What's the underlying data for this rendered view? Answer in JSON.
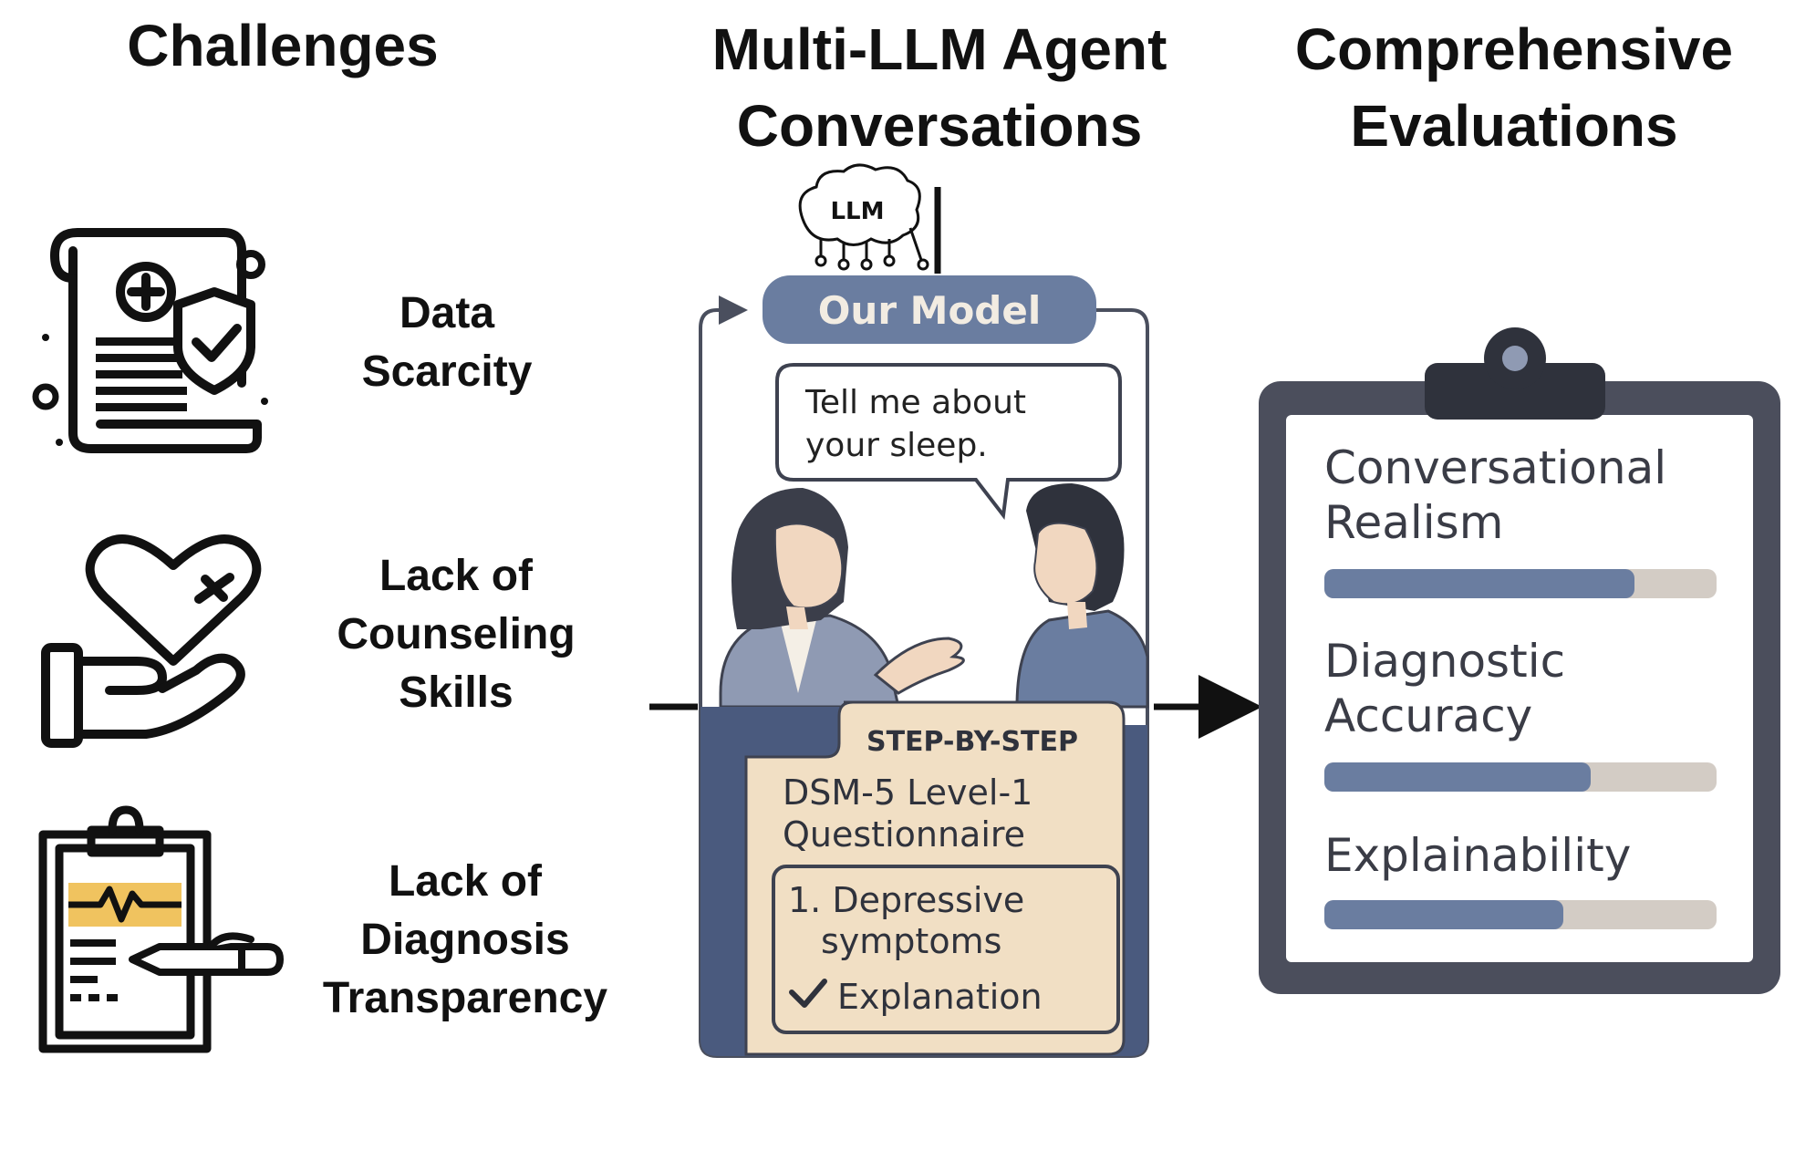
{
  "headers": {
    "challenges": "Challenges",
    "conversations_line1": "Multi-LLM Agent",
    "conversations_line2": "Conversations",
    "evaluations_line1": "Comprehensive",
    "evaluations_line2": "Evaluations"
  },
  "challenges": [
    {
      "line1": "Data",
      "line2": "Scarcity",
      "line3": ""
    },
    {
      "line1": "Lack of",
      "line2": "Counseling",
      "line3": "Skills"
    },
    {
      "line1": "Lack of",
      "line2": "Diagnosis",
      "line3": "Transparency"
    }
  ],
  "center": {
    "llm_label": "LLM",
    "model_label": "Our Model",
    "speech_line1": "Tell me about",
    "speech_line2": "your sleep.",
    "step_label": "STEP-BY-STEP",
    "questionnaire_line1": "DSM-5 Level-1",
    "questionnaire_line2": "Questionnaire",
    "item_line1": "1. Depressive",
    "item_line2": "symptoms",
    "check_label": "Explanation"
  },
  "evaluations": [
    {
      "line1": "Conversational",
      "line2": "Realism",
      "score": 0.79
    },
    {
      "line1": "Diagnostic",
      "line2": "Accuracy",
      "score": 0.68
    },
    {
      "line1": "Explainability",
      "line2": "",
      "score": 0.61
    }
  ],
  "colors": {
    "slate": "#6a7da0",
    "navy": "#4a5a7e",
    "beige": "#f1dfc4",
    "bar_fill": "#6a7da0",
    "bar_track": "#d3ccc5",
    "clipboard_frame": "#4b4e5c",
    "accent_yellow": "#f0c35f"
  }
}
